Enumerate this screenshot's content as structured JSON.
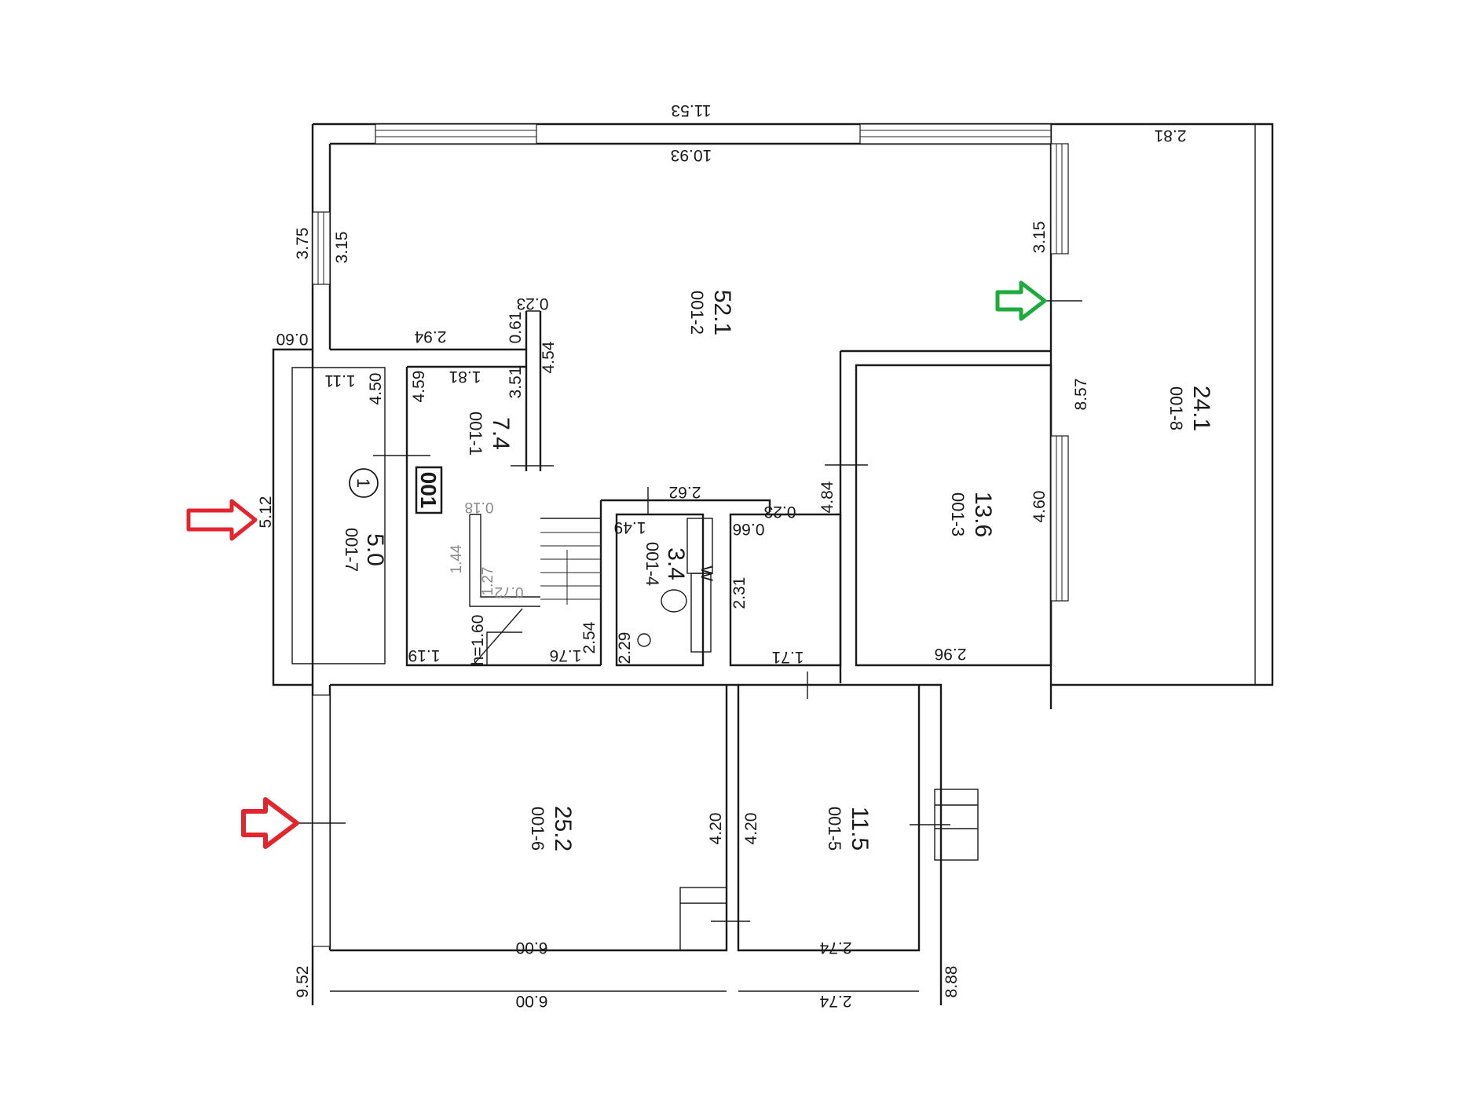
{
  "rooms": [
    {
      "id": "001-1",
      "area": "7.4"
    },
    {
      "id": "001-2",
      "area": "52.1"
    },
    {
      "id": "001-3",
      "area": "13.6"
    },
    {
      "id": "001-4",
      "area": "3.4"
    },
    {
      "id": "001-5",
      "area": "11.5"
    },
    {
      "id": "001-6",
      "area": "25.2"
    },
    {
      "id": "001-7",
      "area": "5.0"
    },
    {
      "id": "001-8",
      "area": "24.1"
    }
  ],
  "labels": {
    "apartment_number": "001",
    "section_number": "1",
    "stair_height": "h=1.60",
    "wc_mark": "W"
  },
  "dimensions": [
    "11.53",
    "10.93",
    "2.81",
    "3.75",
    "3.15",
    "3.15",
    "0.60",
    "2.94",
    "0.61",
    "0.23",
    "4.54",
    "4.59",
    "1.81",
    "3.51",
    "1.11",
    "4.50",
    "8.57",
    "4.84",
    "4.60",
    "2.96",
    "5.12",
    "2.62",
    "0.23",
    "1.49",
    "0.66",
    "0.18",
    "1.44",
    "1.27",
    "0.72",
    "2.31",
    "2.29",
    "2.54",
    "1.19",
    "1.76",
    "1.71",
    "4.20",
    "4.20",
    "6.00",
    "2.74",
    "9.52",
    "8.88",
    "6.00",
    "2.74"
  ],
  "markers": {
    "entry_arrow_color": "#e3262e",
    "exit_arrow_color": "#1eaa3c"
  }
}
